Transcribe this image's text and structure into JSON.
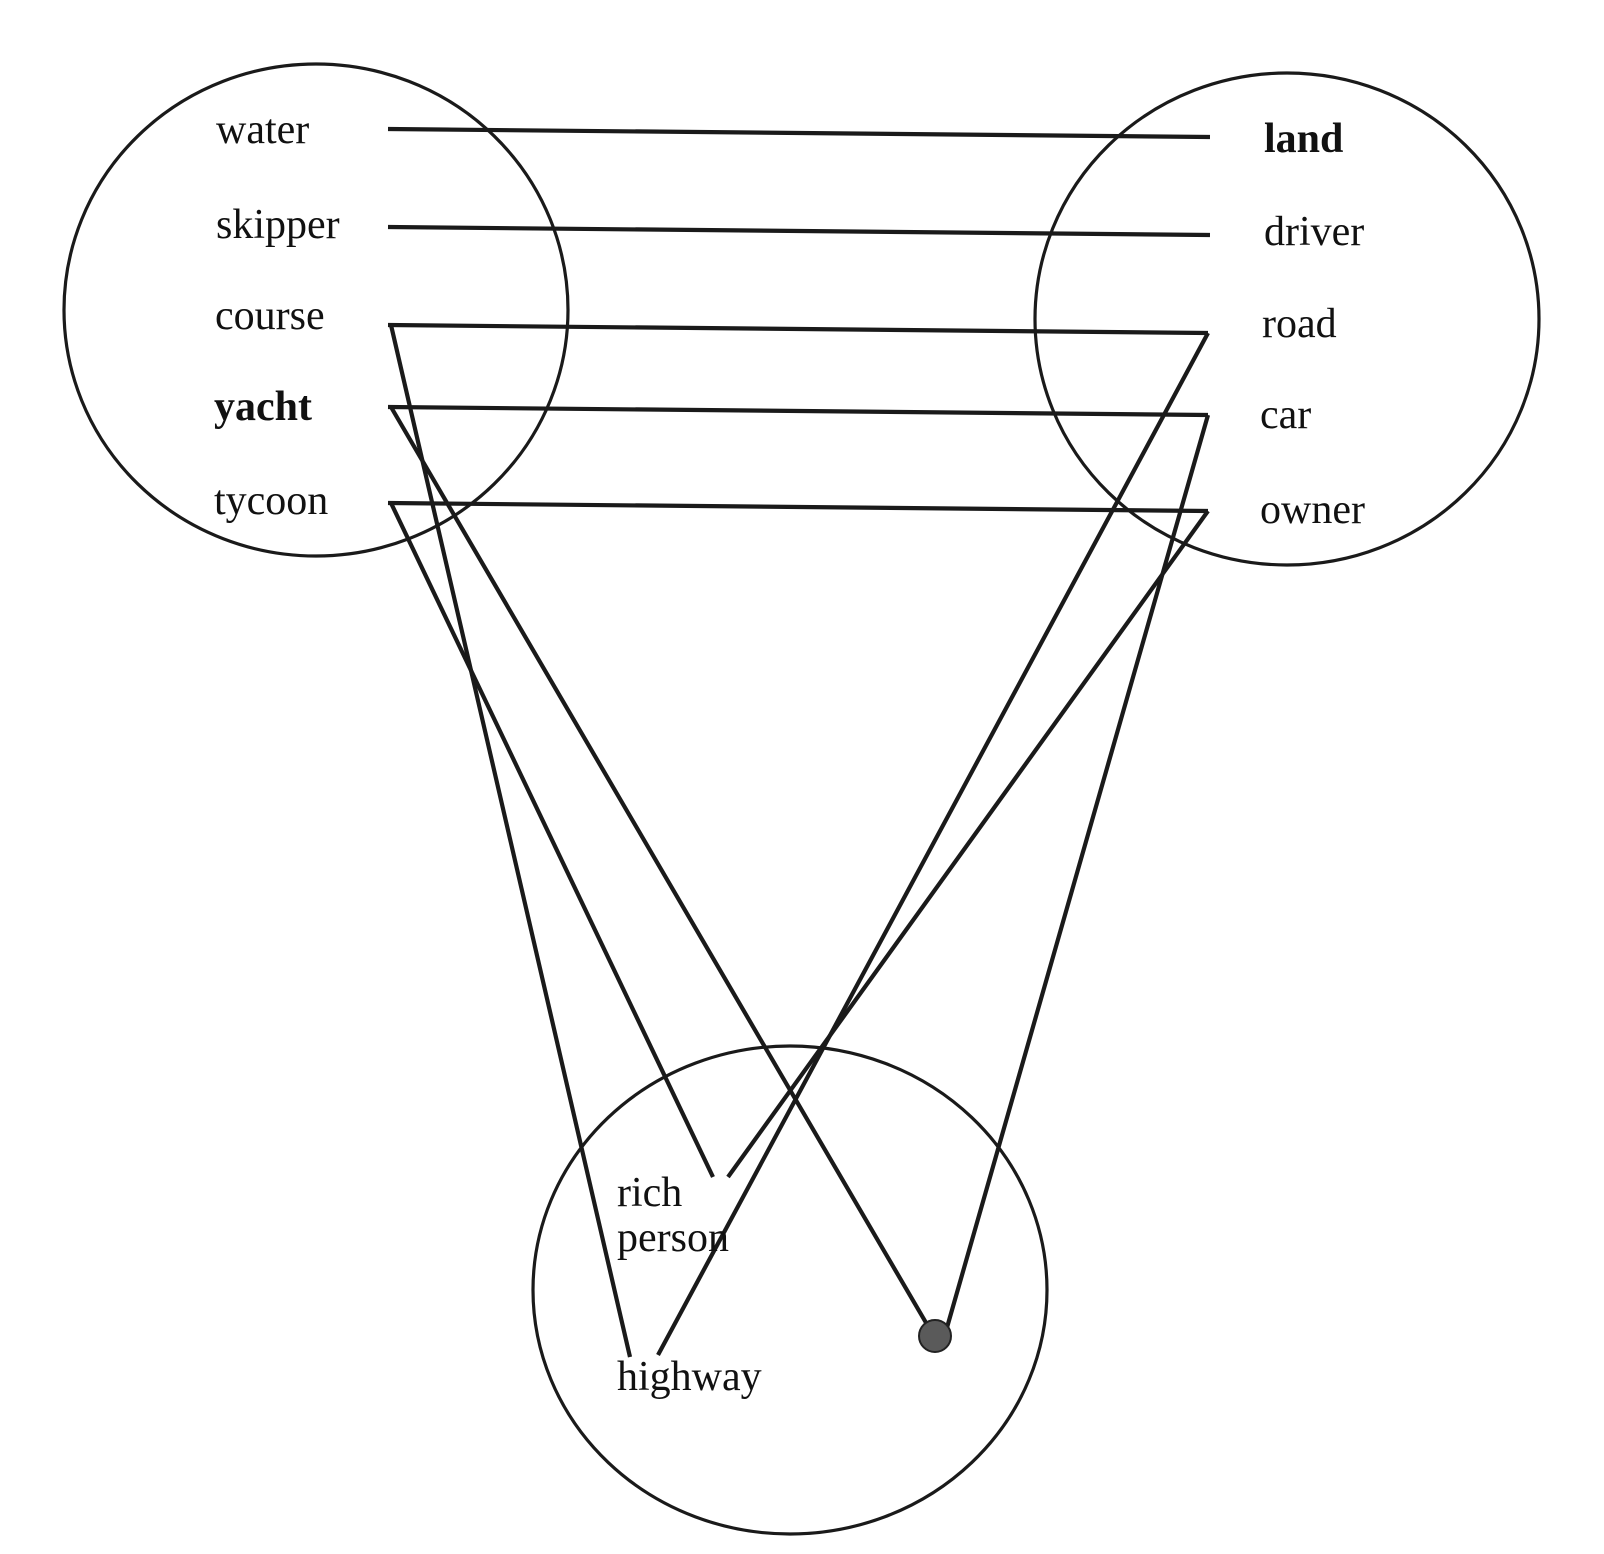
{
  "diagram": {
    "left_space": {
      "words": [
        "water",
        "skipper",
        "course",
        "yacht",
        "tycoon"
      ],
      "emphasized": "yacht"
    },
    "right_space": {
      "words": [
        "land",
        "driver",
        "road",
        "car",
        "owner"
      ],
      "emphasized": "land"
    },
    "blend_space": {
      "words": [
        "rich",
        "person",
        "highway"
      ]
    },
    "colors": {
      "ink": "#1a1a1a",
      "dot": "#5a5a5a"
    }
  }
}
